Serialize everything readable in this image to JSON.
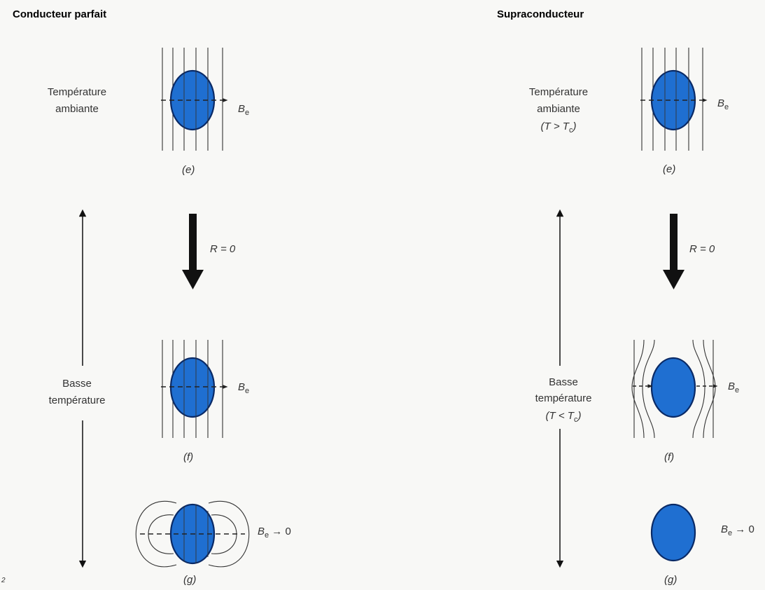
{
  "panels": {
    "left": {
      "heading": "Conducteur parfait",
      "state_warm": [
        "Température",
        "ambiante"
      ],
      "state_cold": [
        "Basse",
        "température"
      ],
      "caption_e": "(e)",
      "caption_f": "(f)",
      "caption_g": "(g)",
      "arrow_label": "R = 0",
      "field_e": {
        "main": "B",
        "sub": "e"
      },
      "field_f": {
        "main": "B",
        "sub": "e"
      },
      "field_g": {
        "main": "B",
        "sub": "e",
        "tail": " → 0"
      }
    },
    "right": {
      "heading": "Supraconducteur",
      "state_warm": [
        "Température",
        "ambiante"
      ],
      "state_warm_cond": {
        "a": "(T > T",
        "sub": "c",
        "b": ")"
      },
      "state_cold": [
        "Basse",
        "température"
      ],
      "state_cold_cond": {
        "a": "(T < T",
        "sub": "c",
        "b": ")"
      },
      "caption_e": "(e)",
      "caption_f": "(f)",
      "caption_g": "(g)",
      "arrow_label": "R = 0",
      "field_e": {
        "main": "B",
        "sub": "e"
      },
      "field_f": {
        "main": "B",
        "sub": "e"
      },
      "field_g": {
        "main": "B",
        "sub": "e",
        "tail": " → 0"
      }
    }
  },
  "corner_mark": "2",
  "colors": {
    "sphere": "#1f6fd1",
    "sphere_stroke": "#0a2a66",
    "line": "#333333",
    "ink": "#111111"
  }
}
